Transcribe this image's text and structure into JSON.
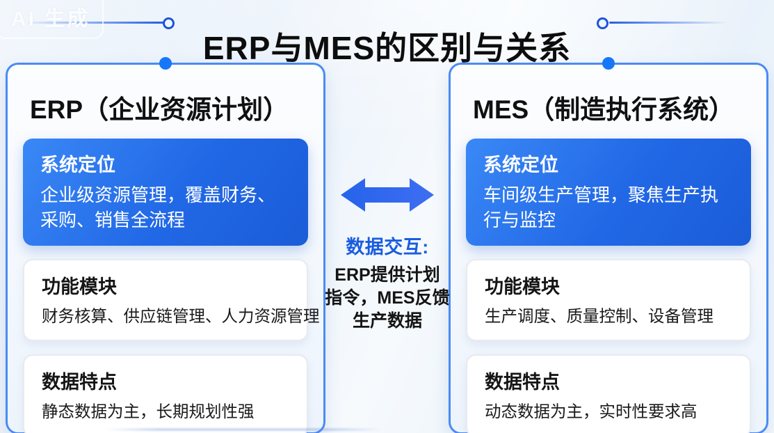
{
  "watermark": {
    "label": "AI 生成"
  },
  "header": {
    "title": "ERP与MES的区别与关系"
  },
  "cards": {
    "erp": {
      "title": "ERP（企业资源计划）",
      "sections": [
        {
          "title": "系统定位",
          "body": "企业级资源管理，覆盖财务、采购、销售全流程"
        },
        {
          "title": "功能模块",
          "body": "财务核算、供应链管理、人力资源管理"
        },
        {
          "title": "数据特点",
          "body": "静态数据为主，长期规划性强"
        }
      ]
    },
    "mes": {
      "title": "MES（制造执行系统）",
      "sections": [
        {
          "title": "系统定位",
          "body": "车间级生产管理，聚焦生产执行与监控"
        },
        {
          "title": "功能模块",
          "body": "生产调度、质量控制、设备管理"
        },
        {
          "title": "数据特点",
          "body": "动态数据为主，实时性要求高"
        }
      ]
    }
  },
  "connector": {
    "icon": "double-arrow-icon",
    "label": "数据交互:",
    "description": "ERP提供计划指令，MES反馈生产数据",
    "description_lines": [
      "ERP提供计划",
      "指令，MES反馈",
      "生产数据"
    ]
  },
  "colors": {
    "accent_blue": "#1f6bf0",
    "primary_box_gradient_start": "#3a88f6",
    "primary_box_gradient_end": "#1b5cd8",
    "card_border": "#4a8bf3",
    "dot_blue": "#1677f8",
    "label_blue": "#1a5ce0",
    "title_text": "#0d0d0d",
    "arrow_gradient_start": "#2563eb",
    "arrow_gradient_end": "#3e6ef2"
  }
}
